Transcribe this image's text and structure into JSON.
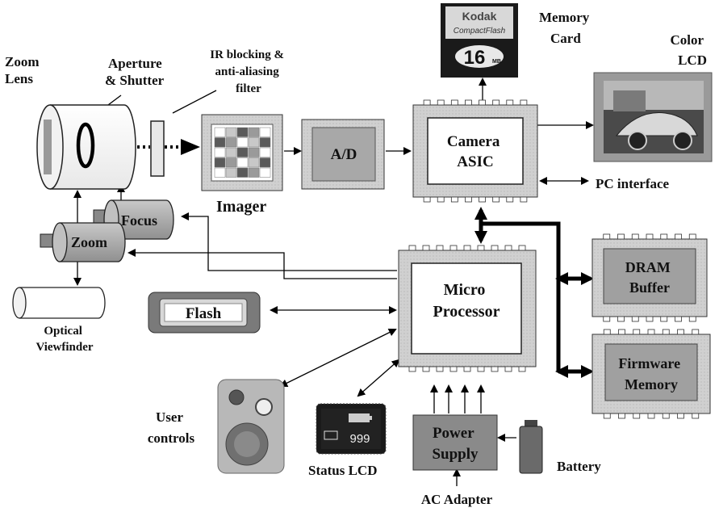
{
  "title": "",
  "labels": {
    "zoom_lens": [
      "Zoom",
      "Lens"
    ],
    "aperture_shutter": [
      "Aperture",
      "& Shutter"
    ],
    "ir_filter": [
      "IR blocking &",
      "anti-aliasing",
      "filter"
    ],
    "imager": "Imager",
    "ad": "A/D",
    "camera_asic": [
      "Camera",
      "ASIC"
    ],
    "memory_card": [
      "Memory",
      "Card"
    ],
    "color_lcd": [
      "Color",
      "LCD"
    ],
    "pc_interface": "PC interface",
    "focus": "Focus",
    "zoom": "Zoom",
    "optical_viewfinder": [
      "Optical",
      "Viewfinder"
    ],
    "micro_processor": [
      "Micro",
      "Processor"
    ],
    "flash": "Flash",
    "dram_buffer": [
      "DRAM",
      "Buffer"
    ],
    "firmware_memory": [
      "Firmware",
      "Memory"
    ],
    "user_controls": [
      "User",
      "controls"
    ],
    "status_lcd": "Status LCD",
    "status_lcd_value": "999",
    "power_supply": [
      "Power",
      "Supply"
    ],
    "battery": "Battery",
    "ac_adapter": "AC Adapter",
    "cf_card_brand": "Kodak",
    "cf_card_type": "CompactFlash",
    "cf_card_size": "16",
    "cf_card_unit": "MB"
  },
  "colors": {
    "chip_body": "#d4d4d4",
    "chip_inner": "#ffffff",
    "chip_inner_gray": "#8c8c8c",
    "motor": "#b0b0b0",
    "arrow": "#000000",
    "background": "#ffffff"
  },
  "icons": [
    "lens-icon",
    "filter-icon",
    "imager-grid-icon",
    "compact-flash-card-icon",
    "lcd-photo-icon",
    "motor-icon",
    "viewfinder-tube-icon",
    "flash-unit-icon",
    "user-controls-icon",
    "status-lcd-icon",
    "battery-icon"
  ]
}
